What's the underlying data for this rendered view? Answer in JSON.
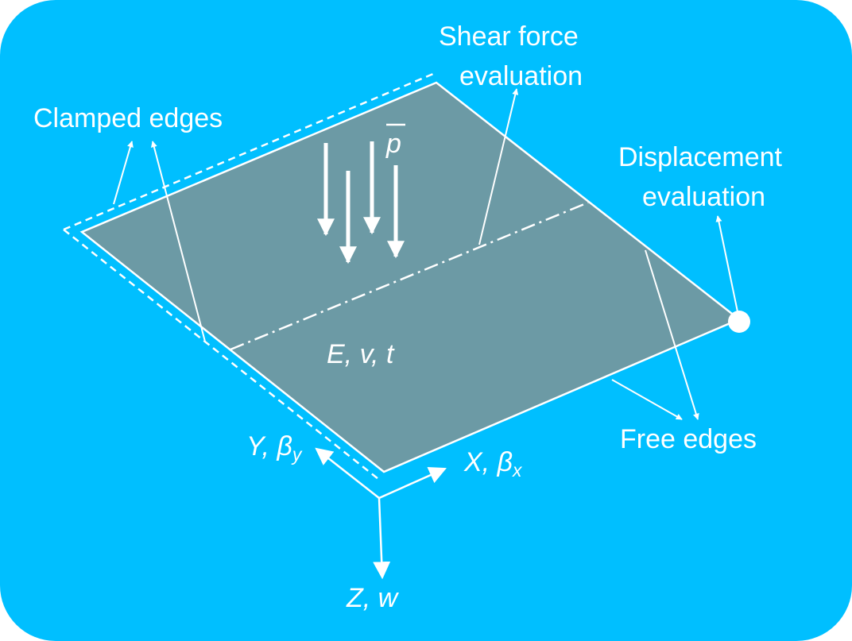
{
  "colors": {
    "background": "#00BFFF",
    "plate": "#6C9AA5",
    "line": "#FFFFFF"
  },
  "labels": {
    "clamped_edges": "Clamped edges",
    "shear_force_line1": "Shear force",
    "shear_force_line2": "evaluation",
    "displacement_line1": "Displacement",
    "displacement_line2": "evaluation",
    "free_edges": "Free edges",
    "material": "E, v, t",
    "load": "p",
    "axis_x": "X, β",
    "axis_x_sub": "x",
    "axis_y": "Y, β",
    "axis_y_sub": "y",
    "axis_z": "Z, w"
  },
  "icons": {
    "load_arrows": "down-arrow-icon",
    "evaluation_point": "circle-marker-icon"
  }
}
